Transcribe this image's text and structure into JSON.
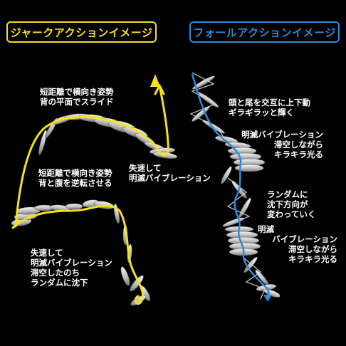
{
  "titles": {
    "jerk": "ジャークアクションイメージ",
    "fall": "フォールアクションイメージ"
  },
  "colors": {
    "jerk_line": "#f5e21a",
    "fall_line": "#2d8ad8",
    "background": "#000000",
    "lure": "#d6d6d6",
    "text": "#ffffff"
  },
  "notes": {
    "n1": [
      "短距離で横向き姿勢",
      "背の平面でスライド"
    ],
    "n2": [
      "失速して",
      "明滅バイブレーション"
    ],
    "n3": [
      "短距離で横向き姿勢",
      "背と腹を逆転させる"
    ],
    "n4": [
      "失速して",
      "明滅バイブレーション",
      "滞空したのち",
      "ランダムに沈下"
    ],
    "n5": [
      "頭と尾を交互に上下動",
      "ギラギラッと輝く"
    ],
    "n6": [
      "明滅バイブレーション",
      "滞空しながら",
      "キラキラ光る"
    ],
    "n7": [
      "ランダムに",
      "沈下方向が",
      "変わっていく"
    ],
    "n8": [
      "明滅",
      "バイブレーション",
      "滞空しながら",
      "キラキラ光る"
    ]
  }
}
